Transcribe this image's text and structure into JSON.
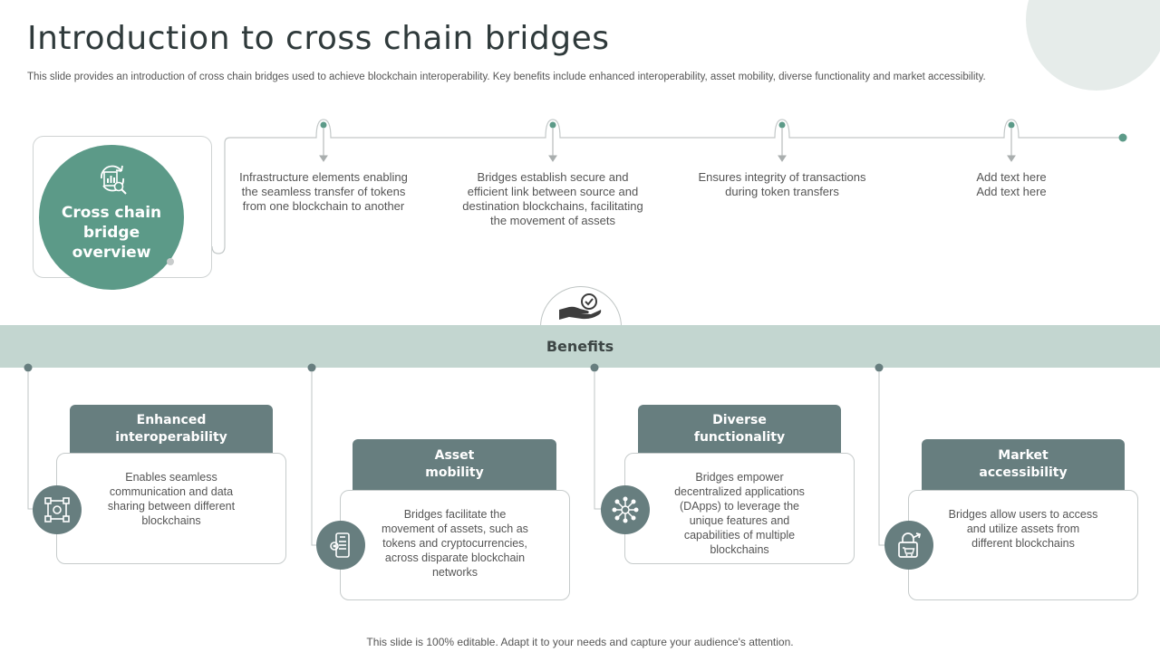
{
  "header": {
    "title": "Introduction to cross chain bridges",
    "subtitle": "This slide provides an introduction of cross chain bridges used to achieve blockchain interoperability. Key benefits include enhanced interoperability, asset mobility, diverse functionality and market accessibility."
  },
  "overview": {
    "label": "Cross chain bridge overview",
    "icon": "analytics-search-icon",
    "color": "#5c9a88"
  },
  "timeline": {
    "points": [
      {
        "text": "Infrastructure  elements enabling the seamless transfer of tokens from one blockchain to another"
      },
      {
        "text": "Bridges establish secure and efficient link between source and destination blockchains, facilitating the movement  of assets"
      },
      {
        "text": "Ensures integrity of transactions during token transfers"
      },
      {
        "text": "Add text here\nAdd text here"
      }
    ]
  },
  "benefits": {
    "label": "Benefits",
    "center_icon": "hand-badge-icon",
    "band_color": "#c3d6d0",
    "items": [
      {
        "title": "Enhanced\ninteroperability",
        "text": "Enables seamless communication and data sharing between different blockchains",
        "icon": "network-frame-icon"
      },
      {
        "title": "Asset\nmobility",
        "text": "Bridges facilitate the movement  of assets, such as tokens and cryptocurrencies,  across disparate blockchain networks",
        "icon": "mobile-gear-icon"
      },
      {
        "title": "Diverse\nfunctionality",
        "text": "Bridges empower decentralized applications (DApps) to leverage the unique features  and capabilities of multiple blockchains",
        "icon": "hub-network-icon"
      },
      {
        "title": "Market\naccessibility",
        "text": "Bridges allow users to access and utilize assets from different  blockchains",
        "icon": "lock-cart-icon"
      }
    ],
    "card_color": "#677e7f"
  },
  "footer": {
    "text": "This slide is 100% editable. Adapt it to your needs and capture your audience's attention."
  }
}
